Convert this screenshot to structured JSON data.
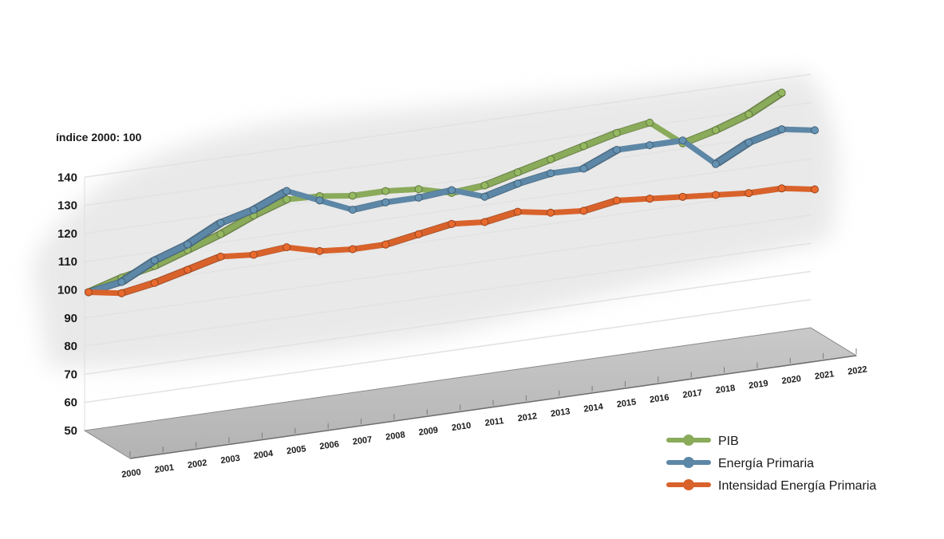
{
  "chart_data": {
    "type": "line",
    "ylabel": "índice 2000: 100",
    "ylim": [
      50,
      140
    ],
    "yticks": [
      50,
      60,
      70,
      80,
      90,
      100,
      110,
      120,
      130,
      140
    ],
    "categories": [
      "2000",
      "2001",
      "2002",
      "2003",
      "2004",
      "2005",
      "2006",
      "2007",
      "2008",
      "2009",
      "2010",
      "2011",
      "2012",
      "2013",
      "2014",
      "2015",
      "2016",
      "2017",
      "2018",
      "2019",
      "2020",
      "2021",
      "2022"
    ],
    "grid": true,
    "legend_position": "bottom-right",
    "series": [
      {
        "name": "PIB",
        "color": "#8aab5a",
        "values": [
          100,
          103.5,
          106,
          110,
          114,
          119,
          123,
          122.5,
          121,
          121,
          120,
          117,
          118,
          121,
          124,
          127,
          130,
          132,
          123,
          126,
          130,
          136,
          null
        ]
      },
      {
        "name": "Energía Primaria",
        "color": "#5d87a6",
        "values": [
          100,
          102,
          108,
          112,
          118,
          121,
          126,
          121,
          116,
          117,
          117,
          118,
          114,
          117,
          119,
          119,
          124,
          124,
          124,
          114,
          120,
          123,
          121
        ]
      },
      {
        "name": "Intensidad Energía Primaria",
        "color": "#d9622b",
        "values": [
          100,
          98,
          100,
          103,
          106,
          105,
          106,
          103,
          102,
          102,
          104,
          106,
          105,
          107,
          105,
          104,
          106,
          105,
          104,
          103,
          102,
          102,
          100
        ]
      }
    ]
  }
}
